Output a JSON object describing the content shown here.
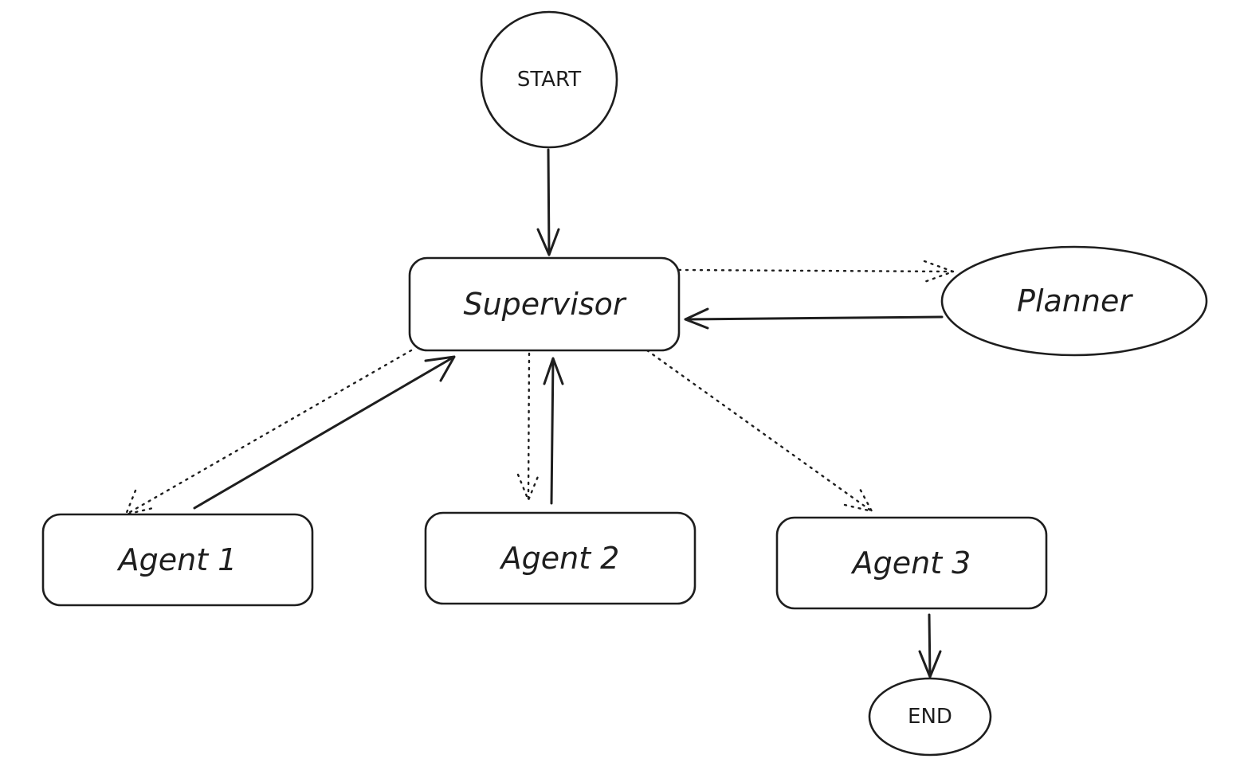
{
  "diagram": {
    "nodes": {
      "start": "START",
      "supervisor": "Supervisor",
      "planner": "Planner",
      "agent1": "Agent 1",
      "agent2": "Agent 2",
      "agent3": "Agent 3",
      "end": "END"
    },
    "edges": [
      {
        "from": "START",
        "to": "Supervisor",
        "style": "solid"
      },
      {
        "from": "Supervisor",
        "to": "Planner",
        "style": "dotted"
      },
      {
        "from": "Planner",
        "to": "Supervisor",
        "style": "solid"
      },
      {
        "from": "Supervisor",
        "to": "Agent 1",
        "style": "dotted"
      },
      {
        "from": "Agent 1",
        "to": "Supervisor",
        "style": "solid"
      },
      {
        "from": "Supervisor",
        "to": "Agent 2",
        "style": "dotted"
      },
      {
        "from": "Agent 2",
        "to": "Supervisor",
        "style": "solid"
      },
      {
        "from": "Supervisor",
        "to": "Agent 3",
        "style": "dotted"
      },
      {
        "from": "Agent 3",
        "to": "END",
        "style": "solid"
      }
    ],
    "colors": {
      "stroke": "#1e1e1e",
      "background": "#ffffff"
    }
  }
}
